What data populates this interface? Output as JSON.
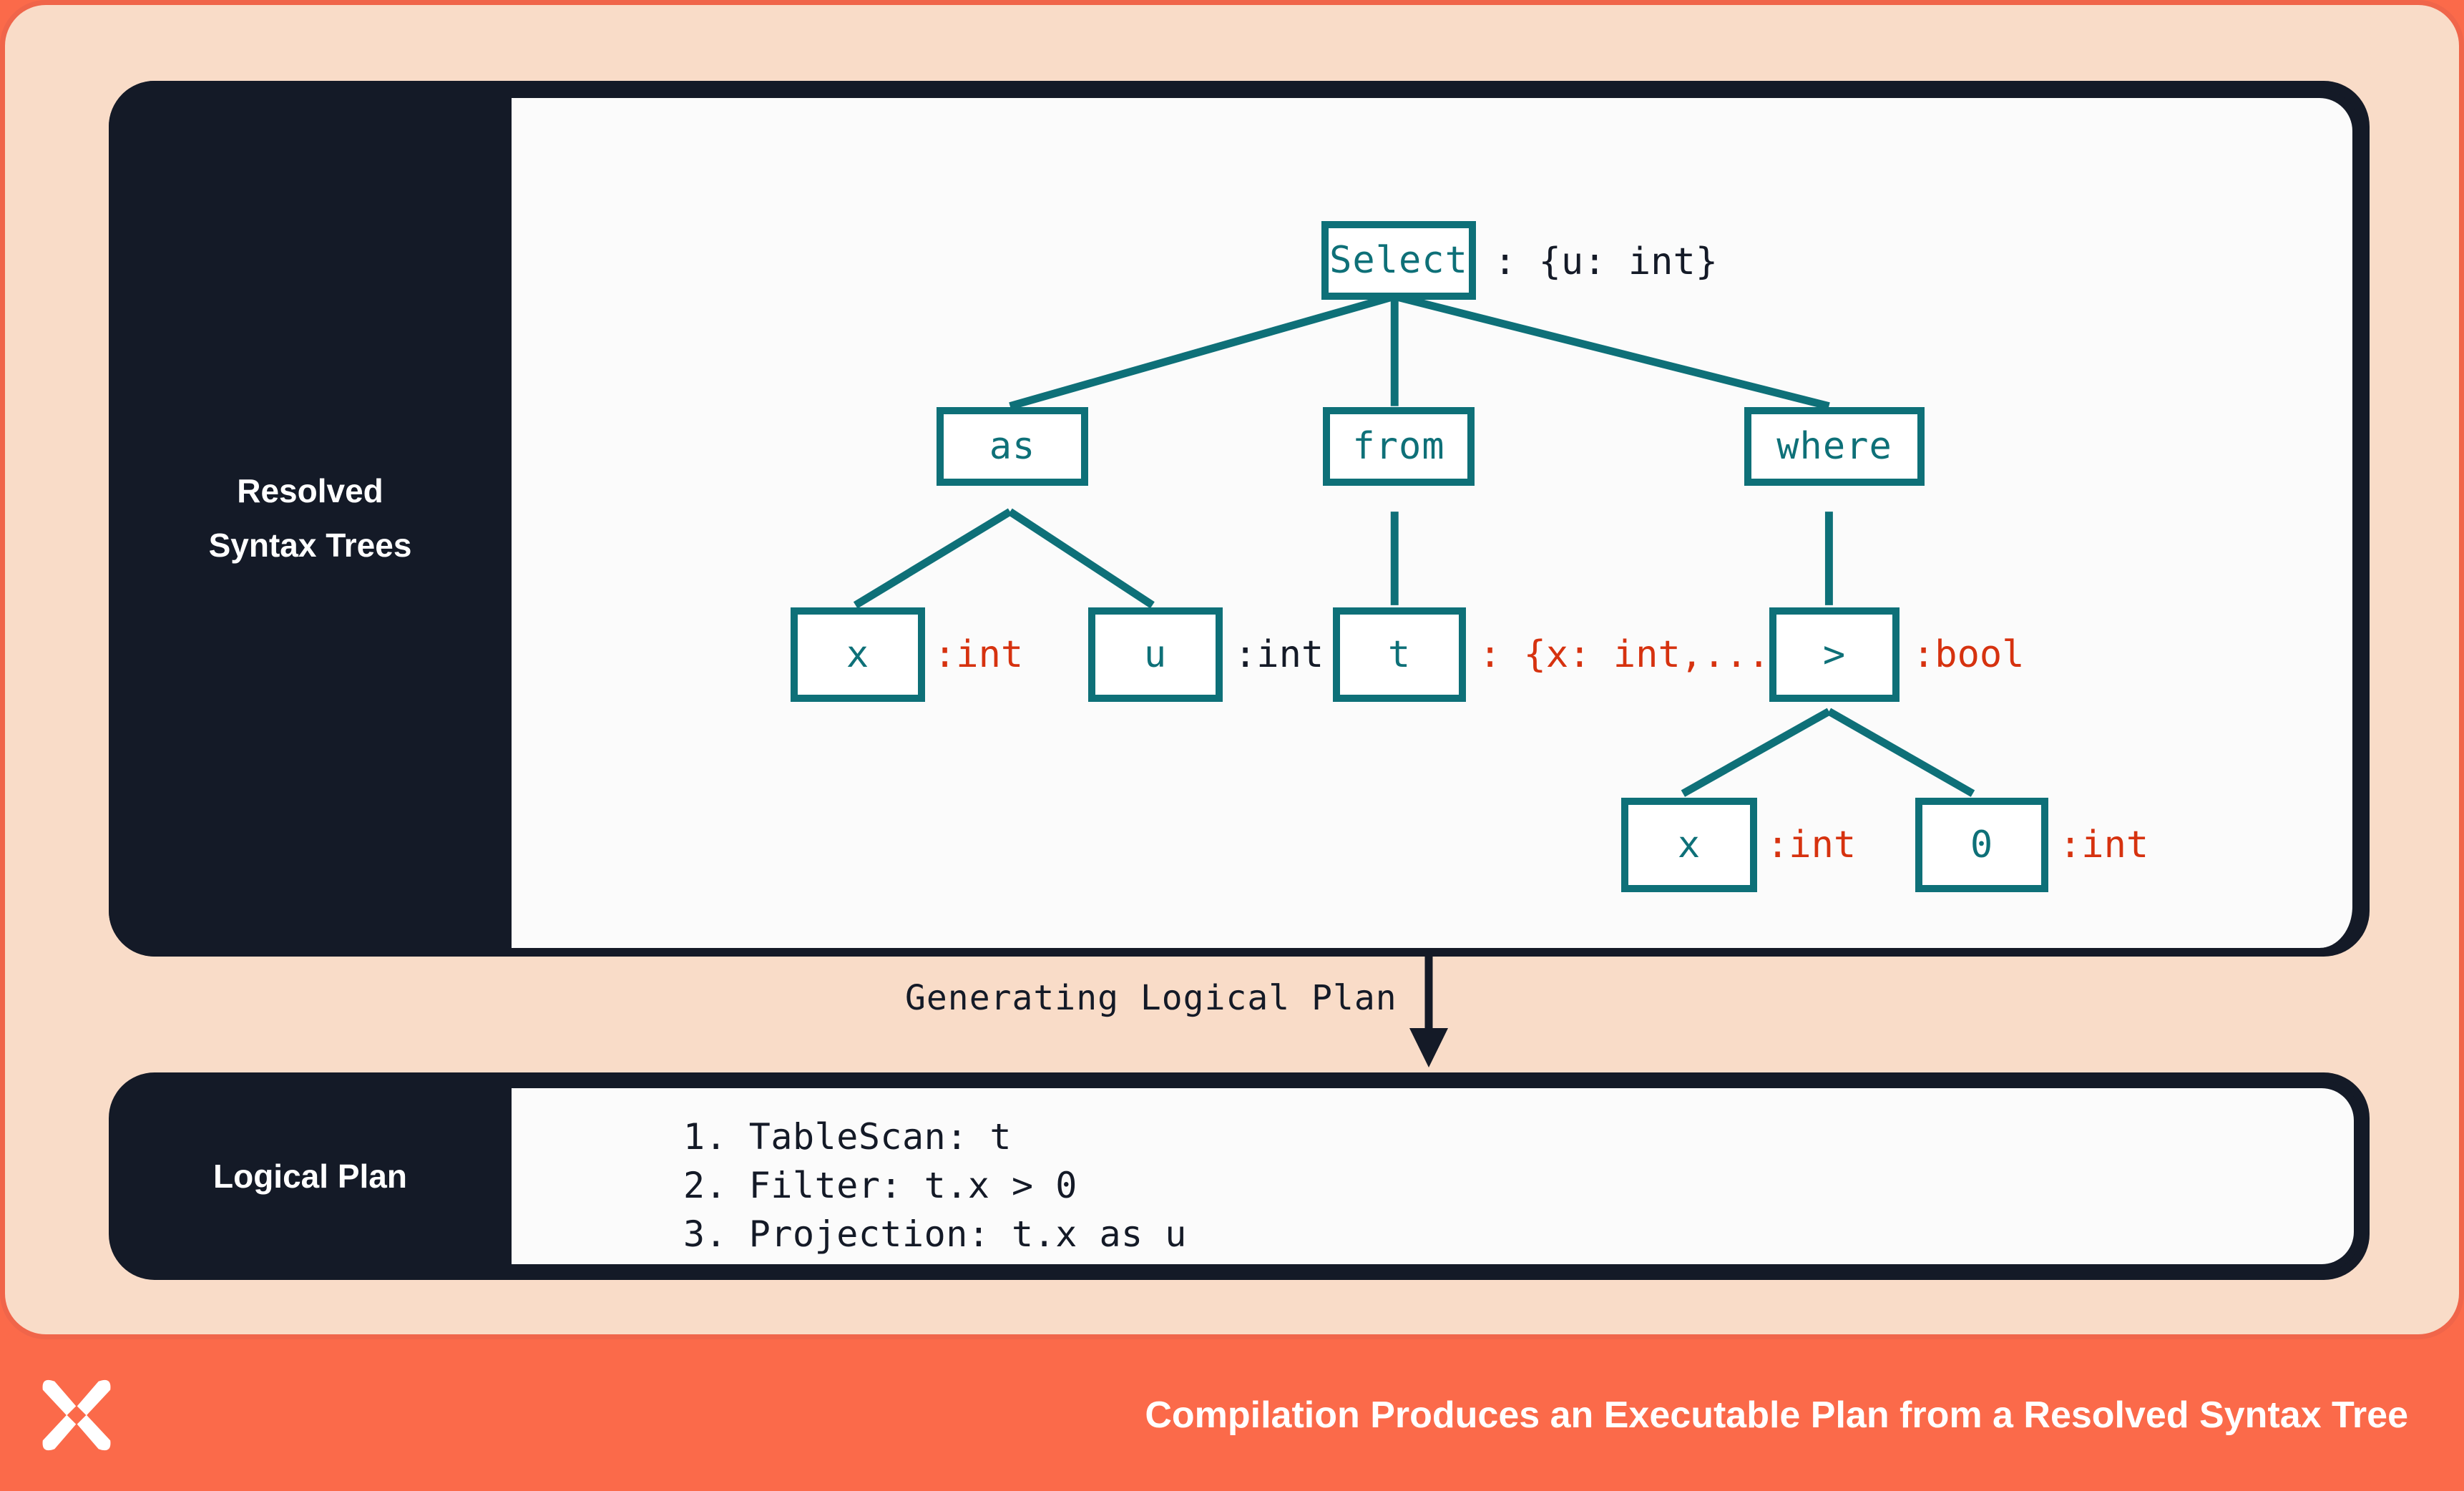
{
  "palette": {
    "page_bg": "#F9DCC8",
    "page_border": "#F0654A",
    "panel_dark": "#141A27",
    "canvas": "#FBFBFB",
    "node_teal": "#0E7078",
    "annotation_red": "#D6320F",
    "annotation_dark": "#141A27",
    "footer_bg": "#FB6A4A",
    "footer_text": "#FFFFFF"
  },
  "rst_section": {
    "sidebar_label": "Resolved\nSyntax Trees",
    "tree": {
      "nodes": [
        {
          "id": "select",
          "label": "Select",
          "annotation": ": {u: int}",
          "annotation_color": "dark"
        },
        {
          "id": "as",
          "label": "as",
          "annotation": "",
          "annotation_color": ""
        },
        {
          "id": "from",
          "label": "from",
          "annotation": "",
          "annotation_color": ""
        },
        {
          "id": "where",
          "label": "where",
          "annotation": "",
          "annotation_color": ""
        },
        {
          "id": "as_x",
          "label": "x",
          "annotation": ":int",
          "annotation_color": "red"
        },
        {
          "id": "as_u",
          "label": "u",
          "annotation": ":int",
          "annotation_color": "dark"
        },
        {
          "id": "from_t",
          "label": "t",
          "annotation": ": {x: int,...}",
          "annotation_color": "red"
        },
        {
          "id": "gt",
          "label": ">",
          "annotation": ":bool",
          "annotation_color": "red"
        },
        {
          "id": "gt_x",
          "label": "x",
          "annotation": ":int",
          "annotation_color": "red"
        },
        {
          "id": "gt_0",
          "label": "0",
          "annotation": ":int",
          "annotation_color": "red"
        }
      ],
      "edges": [
        [
          "select",
          "as"
        ],
        [
          "select",
          "from"
        ],
        [
          "select",
          "where"
        ],
        [
          "as",
          "as_x"
        ],
        [
          "as",
          "as_u"
        ],
        [
          "from",
          "from_t"
        ],
        [
          "where",
          "gt"
        ],
        [
          "gt",
          "gt_x"
        ],
        [
          "gt",
          "gt_0"
        ]
      ]
    }
  },
  "connector": {
    "label": "Generating Logical Plan"
  },
  "logical_plan_section": {
    "sidebar_label": "Logical Plan",
    "lines": [
      "1. TableScan: t",
      "2. Filter: t.x > 0",
      "3. Projection: t.x as u"
    ]
  },
  "footer": {
    "logo_name": "four-pointed-star-logo",
    "title": "Compilation Produces an Executable Plan from a Resolved Syntax Tree"
  }
}
